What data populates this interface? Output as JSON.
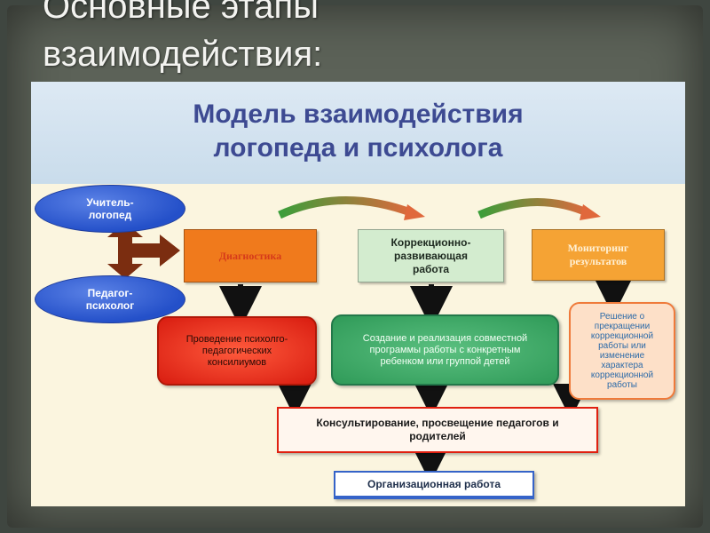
{
  "slide": {
    "title_line1": "Основные этапы",
    "title_line2": "взаимодействия:"
  },
  "diagram": {
    "title_line1": "Модель взаимодействия",
    "title_line2": "логопеда и психолога",
    "actors": [
      {
        "line1": "Учитель-",
        "line2": "логопед"
      },
      {
        "line1": "Педагог-",
        "line2": "психолог"
      }
    ],
    "stages": [
      {
        "lines": [
          "Диагностика"
        ]
      },
      {
        "lines": [
          "Коррекционно-",
          "развивающая",
          "работа"
        ]
      },
      {
        "lines": [
          "Мониторинг",
          "результатов"
        ]
      }
    ],
    "actions": [
      {
        "lines": [
          "Проведение психолго-",
          "педагогических",
          "консилиумов"
        ]
      },
      {
        "lines": [
          "Создание и реализация совместной",
          "программы работы с конкретным",
          "ребенком или группой детей"
        ]
      },
      {
        "lines": [
          "Решение о",
          "прекращении",
          "коррекционной",
          "работы или",
          "изменение",
          "характера",
          "коррекционной",
          "работы"
        ]
      }
    ],
    "consult_lines": [
      "Консультирование, просвещение педагогов и",
      "родителей"
    ],
    "org_label": "Организационная работа"
  },
  "colors": {
    "background": "#3f4640",
    "title_text": "#f3f3f0",
    "diagram_title": "#3d4a92",
    "ellipse_blue": "#2c58d0",
    "arrow_brown": "#7b2d10",
    "diagnostics_orange": "#f07a1c",
    "correction_green": "#d3eccf",
    "monitoring_orange": "#f5a334",
    "consilium_red": "#e8281c",
    "program_green": "#2f9a58",
    "decision_peach": "#fde0c8",
    "consult_border": "#e02010",
    "org_blue": "#3563c8"
  }
}
